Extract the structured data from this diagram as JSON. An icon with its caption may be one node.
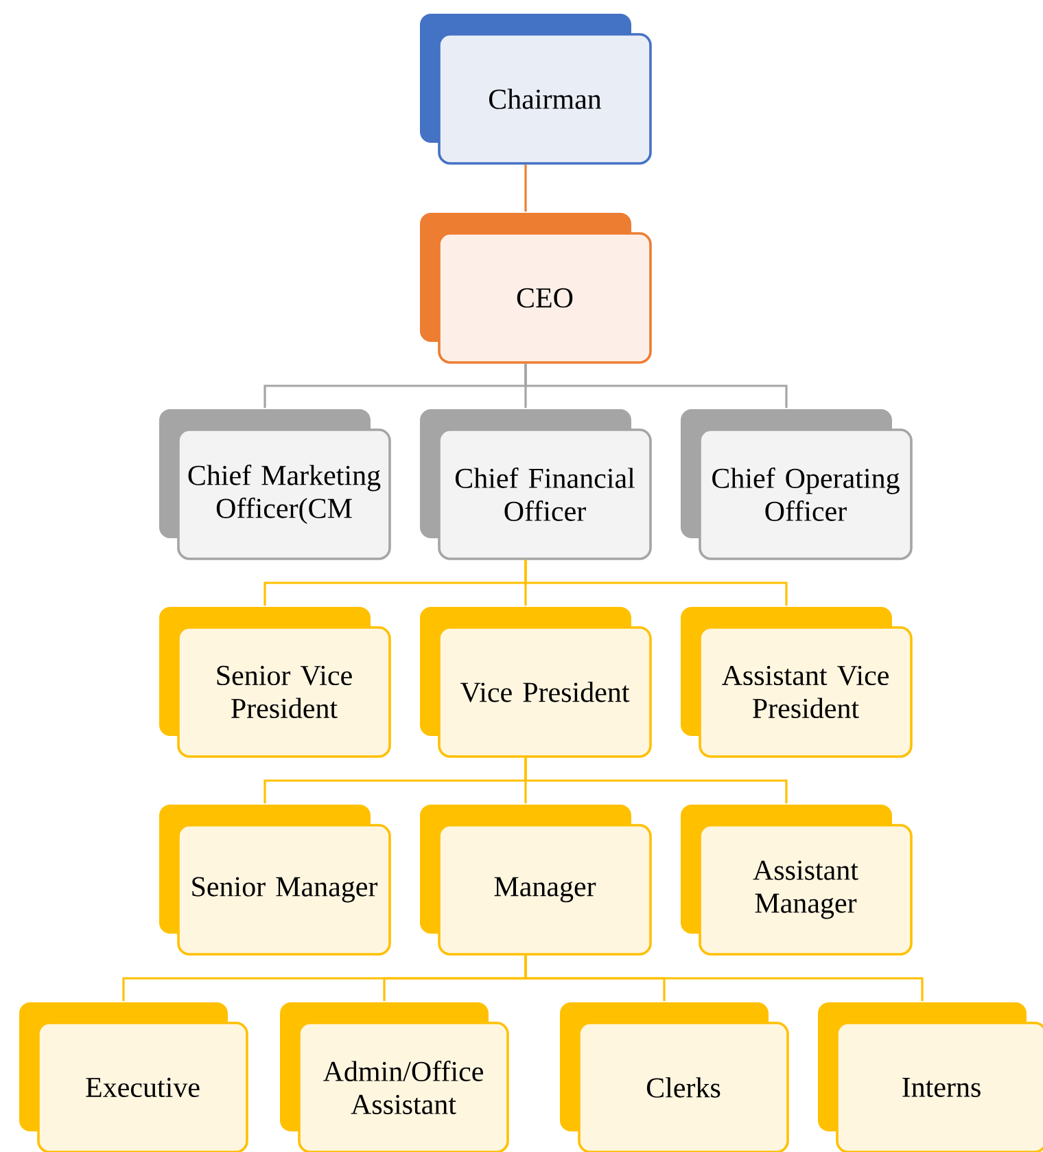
{
  "diagram": {
    "nodes": [
      {
        "text": [
          "Chairman"
        ]
      },
      {
        "text": [
          "CEO"
        ]
      },
      {
        "text": [
          "Chief Marketing Officer(CM"
        ]
      },
      {
        "text": [
          "Chief Financial Officer"
        ]
      },
      {
        "text": [
          "Chief Operating Officer"
        ]
      },
      {
        "text": [
          "Senior Vice President"
        ]
      },
      {
        "text": [
          "Vice President"
        ]
      },
      {
        "text": [
          "Assistant Vice President"
        ]
      },
      {
        "text": [
          "Senior Manager"
        ]
      },
      {
        "text": [
          "Manager"
        ]
      },
      {
        "text": [
          "Assistant Manager"
        ]
      },
      {
        "text": [
          "Executive"
        ]
      },
      {
        "text": [
          "Admin/Office Assistant"
        ]
      },
      {
        "text": [
          "Clerks"
        ]
      },
      {
        "text": [
          "Interns"
        ]
      }
    ],
    "edges": [
      {
        "from": 0,
        "to": 1,
        "arrow": "none",
        "color": "#ed7d31"
      },
      {
        "from": 1,
        "to": 2,
        "arrow": "none",
        "color": "#a5a5a5"
      },
      {
        "from": 1,
        "to": 3,
        "arrow": "none",
        "color": "#a5a5a5"
      },
      {
        "from": 1,
        "to": 4,
        "arrow": "none",
        "color": "#a5a5a5"
      },
      {
        "from": 3,
        "to": 5,
        "arrow": "none"
      },
      {
        "from": 3,
        "to": 6,
        "arrow": "none"
      },
      {
        "from": 3,
        "to": 7,
        "arrow": "none"
      },
      {
        "from": 6,
        "to": 8,
        "arrow": "none"
      },
      {
        "from": 6,
        "to": 9,
        "arrow": "none"
      },
      {
        "from": 6,
        "to": 10,
        "arrow": "none"
      },
      {
        "from": 9,
        "to": 11,
        "arrow": "none"
      },
      {
        "from": 9,
        "to": 12,
        "arrow": "none"
      },
      {
        "from": 9,
        "to": 13,
        "arrow": "none"
      },
      {
        "from": 9,
        "to": 14,
        "arrow": "none"
      }
    ]
  }
}
